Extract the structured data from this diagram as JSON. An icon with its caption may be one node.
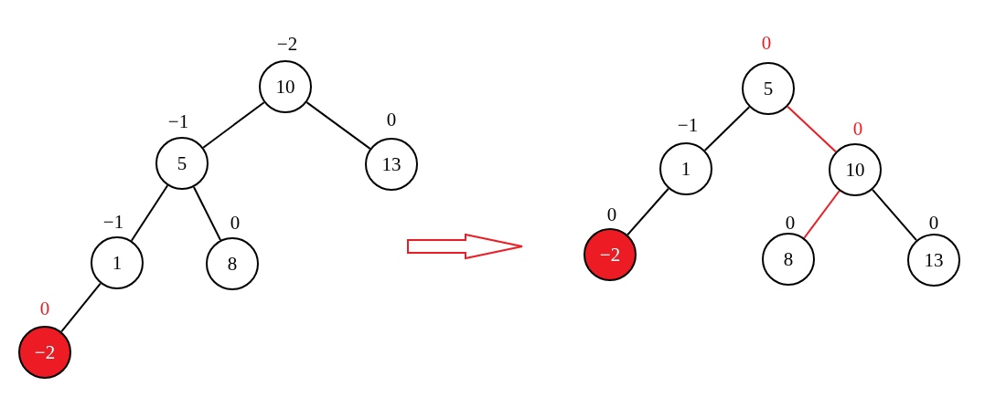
{
  "diagram": {
    "nodes": [
      {
        "text": [
          "10"
        ],
        "beside": [
          "−2"
        ]
      },
      {
        "text": [
          "5"
        ],
        "beside": [
          "−1"
        ]
      },
      {
        "text": [
          "13"
        ],
        "beside": [
          "0"
        ]
      },
      {
        "text": [
          "1"
        ],
        "beside": [
          "−1"
        ]
      },
      {
        "text": [
          "8"
        ],
        "beside": [
          "0"
        ]
      },
      {
        "text": [
          "−2"
        ],
        "beside": [
          "0"
        ]
      },
      {
        "text": [
          "5"
        ],
        "beside": [
          "0"
        ]
      },
      {
        "text": [
          "1"
        ],
        "beside": [
          "−1"
        ]
      },
      {
        "text": [
          "10"
        ],
        "beside": [
          "0"
        ]
      },
      {
        "text": [
          "−2"
        ],
        "beside": [
          "0"
        ]
      },
      {
        "text": [
          "8"
        ],
        "beside": [
          "0"
        ]
      },
      {
        "text": [
          "13"
        ],
        "beside": [
          "0"
        ]
      }
    ],
    "edges": [
      {
        "from": 0,
        "to": 1,
        "arrow": "none"
      },
      {
        "from": 0,
        "to": 2,
        "arrow": "none"
      },
      {
        "from": 1,
        "to": 3,
        "arrow": "none"
      },
      {
        "from": 1,
        "to": 4,
        "arrow": "none"
      },
      {
        "from": 3,
        "to": 5,
        "arrow": "none"
      },
      {
        "from": 6,
        "to": 7,
        "arrow": "none"
      },
      {
        "from": 6,
        "to": 8,
        "arrow": "none",
        "color": "#ed1c24"
      },
      {
        "from": 7,
        "to": 9,
        "arrow": "none"
      },
      {
        "from": 8,
        "to": 10,
        "arrow": "none",
        "color": "#ed1c24"
      },
      {
        "from": 8,
        "to": 11,
        "arrow": "none"
      }
    ]
  }
}
